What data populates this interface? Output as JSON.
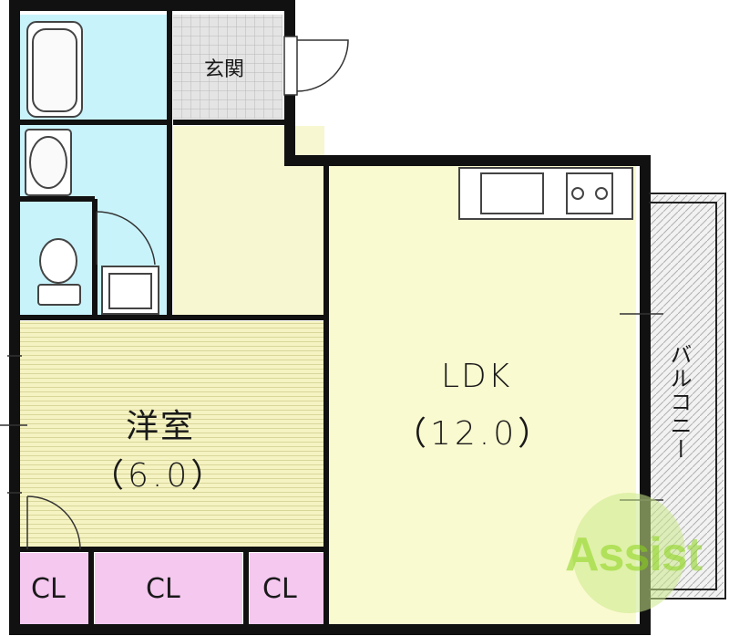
{
  "rooms": {
    "western_room": {
      "name": "洋室",
      "size": "（6.0）"
    },
    "ldk": {
      "name": "LDK",
      "size": "（12.0）"
    },
    "entrance": {
      "name": "玄関"
    },
    "balcony": {
      "name": "バルコニー"
    },
    "closets": [
      {
        "label": "CL"
      },
      {
        "label": "CL"
      },
      {
        "label": "CL"
      }
    ]
  },
  "watermark": {
    "text": "Assist"
  },
  "colors": {
    "wall": "#111111",
    "bath": "#c9f3fb",
    "ldk": "#fafad0",
    "western": "#f5f3c2",
    "hall": "#f7f7d2",
    "closet": "#f5c8f0",
    "entrance": "#d6d6d6",
    "watermark": "#8bd41a"
  }
}
